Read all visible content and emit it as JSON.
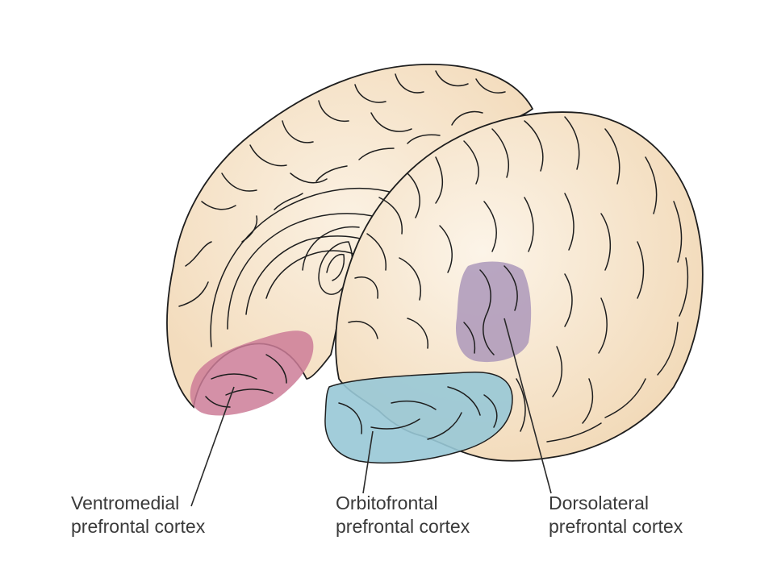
{
  "labels": {
    "ventromedial": {
      "line1": "Ventromedial",
      "line2": "prefrontal cortex"
    },
    "orbitofrontal": {
      "line1": "Orbitofrontal",
      "line2": "prefrontal cortex"
    },
    "dorsolateral": {
      "line1": "Dorsolateral",
      "line2": "prefrontal cortex"
    }
  },
  "colors": {
    "background": "#ffffff",
    "brain_fill": "#f6e3c8",
    "brain_fill_light": "#fbf1e2",
    "outline": "#1e1e1e",
    "ventromedial": "#cc7c98",
    "orbitofrontal": "#98c8d6",
    "dorsolateral": "#a792b8",
    "label_text": "#3a3a3a"
  }
}
